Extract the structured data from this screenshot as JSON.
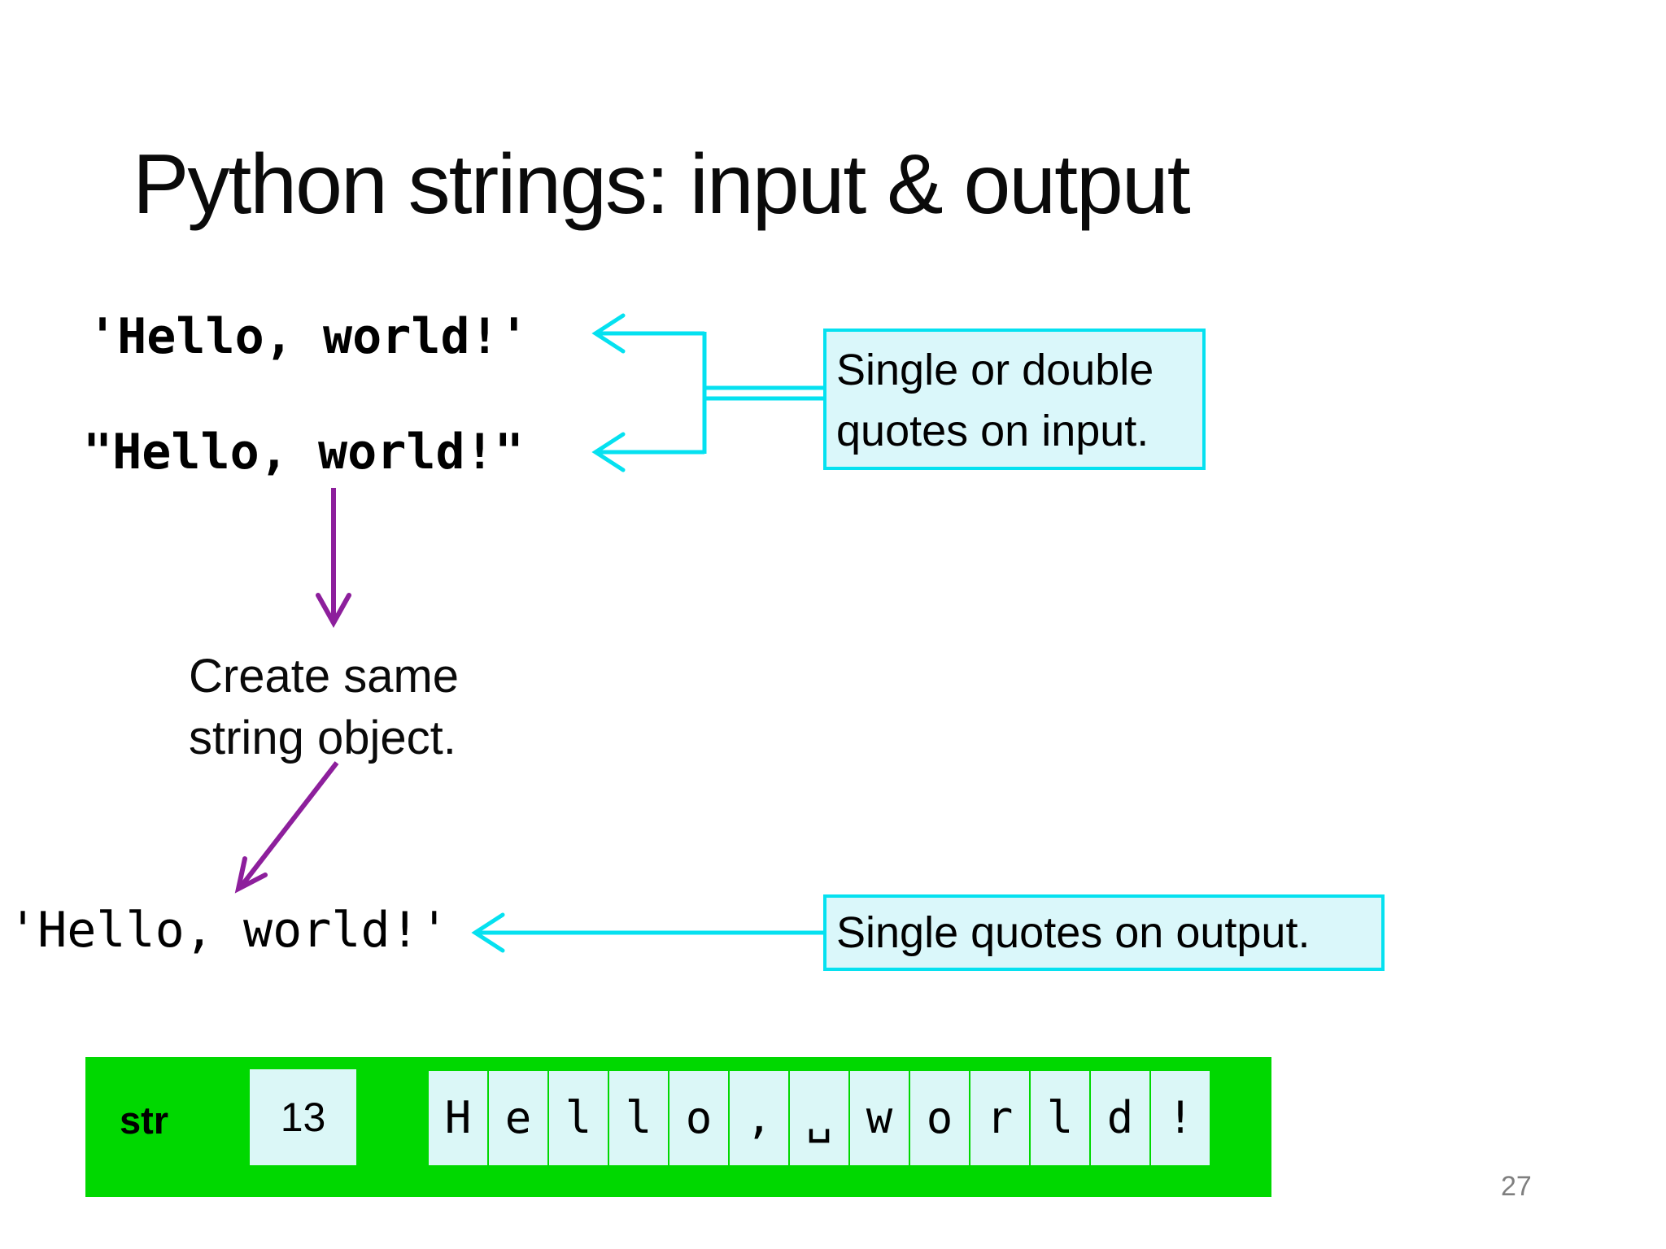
{
  "slide": {
    "title": "Python strings: input & output",
    "page_number": "27"
  },
  "code": {
    "input_single": "'Hello, world!'",
    "input_double": "\"Hello, world!\"",
    "output": "'Hello, world!'"
  },
  "callouts": {
    "input_line1": "Single or double",
    "input_line2": "quotes on input.",
    "output": "Single quotes on output.",
    "create_line1": "Create same",
    "create_line2": "string object."
  },
  "memory": {
    "type_label": "str",
    "length": "13",
    "cells": [
      "H",
      "e",
      "l",
      "l",
      "o",
      ",",
      "␣",
      "w",
      "o",
      "r",
      "l",
      "d",
      "!"
    ]
  },
  "colors": {
    "cyan_accent": "#05e1f0",
    "callout_fill": "#daf7fa",
    "purple_accent": "#8d1f9c",
    "green_bar": "#00d800",
    "cell_fill": "#dbf7f7",
    "page_number_gray": "#7f7f7f"
  }
}
